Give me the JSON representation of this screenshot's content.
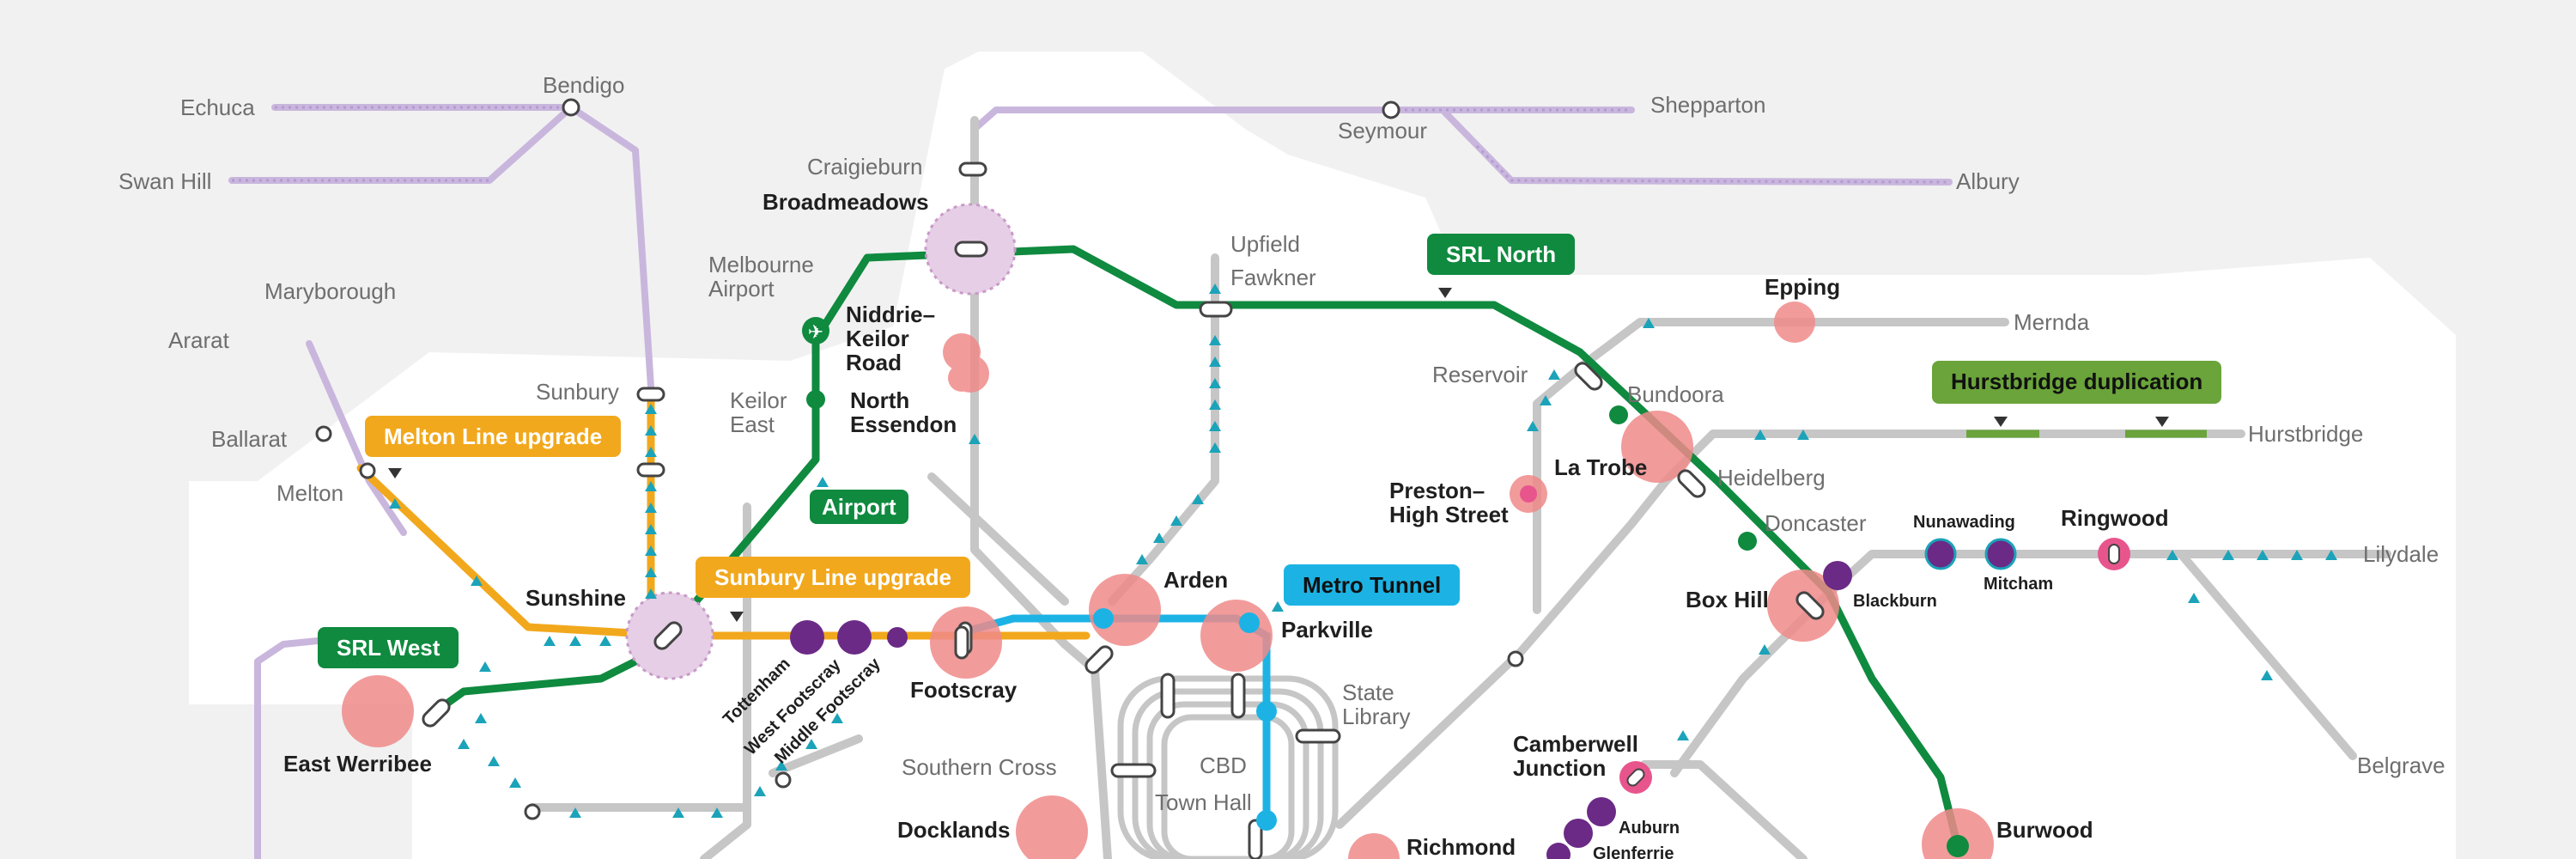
{
  "colors": {
    "regional": "#c9b6dd",
    "metro": "#c4c4c4",
    "srl": "#0f8a3f",
    "melton": "#f2a81d",
    "tunnel": "#1cb3e4",
    "hurstbridge": "#6aa43a",
    "precinct": "#f08a8a",
    "station_purple": "#6b2a86",
    "station_pink": "#e8558d",
    "accessible": "#1ba3b9"
  },
  "callouts": {
    "melton": "Melton Line upgrade",
    "sunbury": "Sunbury Line upgrade",
    "airport": "Airport",
    "srl_west": "SRL West",
    "srl_north": "SRL North",
    "metro_tunnel": "Metro Tunnel",
    "hurstbridge": "Hurstbridge duplication"
  },
  "labels": {
    "echuca": "Echuca",
    "bendigo": "Bendigo",
    "swan_hill": "Swan Hill",
    "maryborough": "Maryborough",
    "ararat": "Ararat",
    "ballarat": "Ballarat",
    "melton": "Melton",
    "sunbury": "Sunbury",
    "craigieburn": "Craigieburn",
    "broadmeadows": "Broadmeadows",
    "melbourne_airport": [
      "Melbourne",
      "Airport"
    ],
    "keilor_east": [
      "Keilor",
      "East"
    ],
    "niddrie": [
      "Niddrie–",
      "Keilor",
      "Road"
    ],
    "north_essendon": [
      "North",
      "Essendon"
    ],
    "upfield": "Upfield",
    "fawkner": "Fawkner",
    "seymour": "Seymour",
    "shepparton": "Shepparton",
    "albury": "Albury",
    "epping": "Epping",
    "mernda": "Mernda",
    "reservoir": "Reservoir",
    "bundoora": "Bundoora",
    "la_trobe": "La Trobe",
    "heidelberg": "Heidelberg",
    "hurstbridge": "Hurstbridge",
    "preston": [
      "Preston–",
      "High Street"
    ],
    "doncaster": "Doncaster",
    "nunawading": "Nunawading",
    "mitcham": "Mitcham",
    "ringwood": "Ringwood",
    "lilydale": "Lilydale",
    "box_hill": "Box Hill",
    "blackburn": "Blackburn",
    "belgrave": "Belgrave",
    "sunshine": "Sunshine",
    "tottenham": "Tottenham",
    "west_footscray": "West Footscray",
    "middle_footscray": "Middle Footscray",
    "footscray": "Footscray",
    "arden": "Arden",
    "parkville": "Parkville",
    "state_library": [
      "State",
      "Library"
    ],
    "southern_cross": "Southern Cross",
    "cbd": "CBD",
    "town_hall": "Town Hall",
    "docklands": "Docklands",
    "richmond": "Richmond",
    "east_werribee": "East Werribee",
    "camberwell": [
      "Camberwell",
      "Junction"
    ],
    "auburn": "Auburn",
    "glenferrie": "Glenferrie",
    "burwood": "Burwood"
  }
}
